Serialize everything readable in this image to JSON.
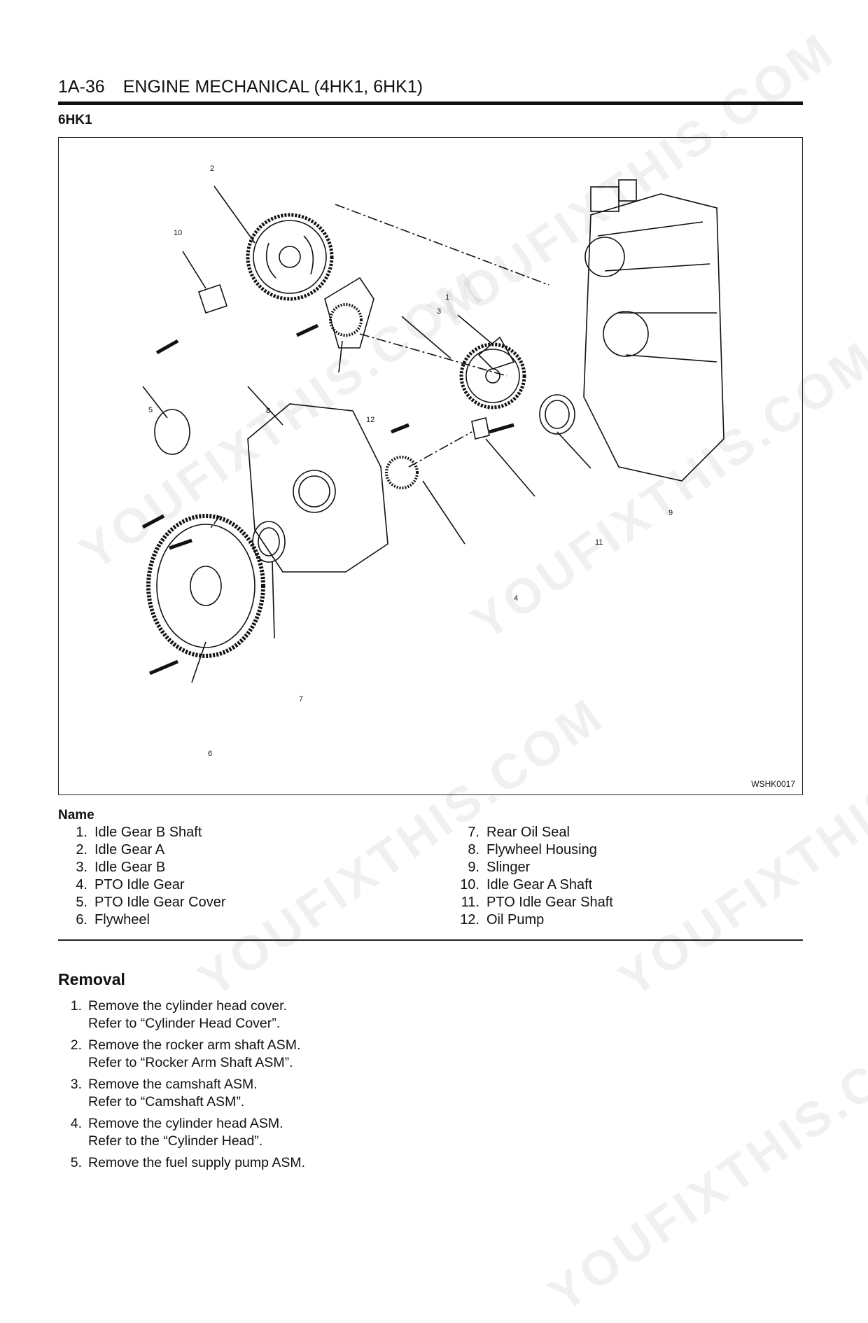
{
  "header": {
    "page": "1A-36",
    "title": "ENGINE MECHANICAL (4HK1, 6HK1)"
  },
  "section": "6HK1",
  "figure": {
    "id": "WSHK0017",
    "callouts": [
      "1",
      "2",
      "3",
      "4",
      "5",
      "6",
      "7",
      "8",
      "9",
      "10",
      "11",
      "12"
    ]
  },
  "legend": {
    "heading": "Name",
    "items": [
      {
        "n": "1.",
        "label": "Idle Gear B Shaft"
      },
      {
        "n": "2.",
        "label": "Idle Gear A"
      },
      {
        "n": "3.",
        "label": "Idle Gear B"
      },
      {
        "n": "4.",
        "label": "PTO Idle Gear"
      },
      {
        "n": "5.",
        "label": "PTO Idle Gear Cover"
      },
      {
        "n": "6.",
        "label": "Flywheel"
      },
      {
        "n": "7.",
        "label": "Rear Oil Seal"
      },
      {
        "n": "8.",
        "label": "Flywheel Housing"
      },
      {
        "n": "9.",
        "label": "Slinger"
      },
      {
        "n": "10.",
        "label": "Idle Gear A Shaft"
      },
      {
        "n": "11.",
        "label": "PTO Idle Gear Shaft"
      },
      {
        "n": "12.",
        "label": "Oil Pump"
      }
    ]
  },
  "removal": {
    "heading": "Removal",
    "steps": [
      {
        "n": "1.",
        "text": "Remove the cylinder head cover.",
        "ref": "Refer to “Cylinder Head Cover”."
      },
      {
        "n": "2.",
        "text": "Remove the rocker arm shaft ASM.",
        "ref": "Refer to “Rocker Arm Shaft ASM”."
      },
      {
        "n": "3.",
        "text": "Remove the camshaft ASM.",
        "ref": "Refer to “Camshaft ASM”."
      },
      {
        "n": "4.",
        "text": "Remove the cylinder head ASM.",
        "ref": "Refer to the “Cylinder Head”."
      },
      {
        "n": "5.",
        "text": "Remove the fuel supply pump ASM.",
        "ref": ""
      }
    ]
  }
}
